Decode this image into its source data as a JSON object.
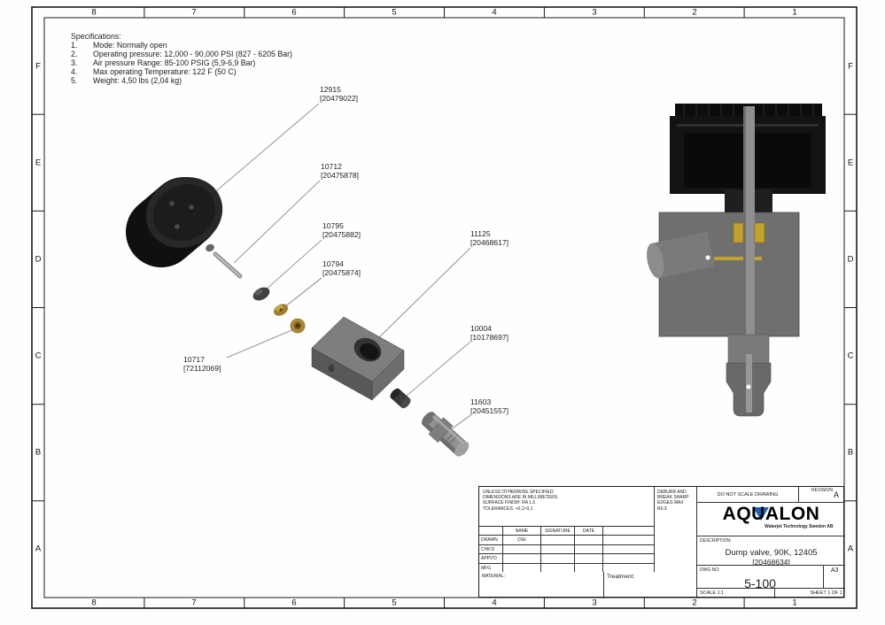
{
  "frame": {
    "cols": [
      "8",
      "7",
      "6",
      "5",
      "4",
      "3",
      "2",
      "1"
    ],
    "rows": [
      "F",
      "E",
      "D",
      "C",
      "B",
      "A"
    ]
  },
  "colors": {
    "logo_blue": "#1a63b8",
    "seal_gold": "#c2a12f"
  },
  "specs": {
    "title": "Specifications:",
    "items": [
      {
        "num": "1.",
        "text": "Mode: Normally open"
      },
      {
        "num": "2.",
        "text": "Operating pressure: 12,000 - 90,000 PSI (827 - 6205 Bar)"
      },
      {
        "num": "3.",
        "text": "Air pressure Range: 85-100 PSIG (5,9-6,9 Bar)"
      },
      {
        "num": "4.",
        "text": "Max operating Temperature: 122 F (50 C)"
      },
      {
        "num": "5.",
        "text": "Weight: 4,50 lbs (2,04 kg)"
      }
    ]
  },
  "callouts": [
    {
      "part": "12915",
      "ref": "[20479022]"
    },
    {
      "part": "10712",
      "ref": "[20475878]"
    },
    {
      "part": "10795",
      "ref": "[20475882]"
    },
    {
      "part": "10794",
      "ref": "[20475874]"
    },
    {
      "part": "11125",
      "ref": "[20468617]"
    },
    {
      "part": "10717",
      "ref": "[72112069]"
    },
    {
      "part": "10004",
      "ref": "[10178697]"
    },
    {
      "part": "11603",
      "ref": "[20451557]"
    }
  ],
  "title_block": {
    "tolerance_notes": [
      "UNLESS OTHERWISE SPECIFIED:",
      "DIMENSIONS ARE IN MILLIMETERS",
      "SURFACE FINISH: RA 1.6",
      "TOLERANCES: +0,1/-0,1"
    ],
    "deburr_note": "DEBURR AND BREAK SHARP EDGES MAX R0.3",
    "do_not_scale": "DO NOT SCALE DRAWING",
    "revision_label": "REVISION",
    "revision": "A",
    "logo": "AQUALON",
    "logo_tagline": "Waterjet Technology Sweden AB",
    "table": {
      "headers": [
        "NAME",
        "SIGNATURE",
        "DATE"
      ],
      "rows": [
        {
          "role": "DRAWN",
          "name": "DSk"
        },
        {
          "role": "CHK'D",
          "name": ""
        },
        {
          "role": "APPV'D",
          "name": ""
        },
        {
          "role": "MFG",
          "name": ""
        }
      ]
    },
    "material_label": "MATERIAL:",
    "treatment_label": "Treatment:",
    "description_label": "DESCRIPTION:",
    "description_line1": "Dump valve, 90K, 12405",
    "description_line2": "[20468634]",
    "dwg_no_label": "DWG NO:",
    "dwg_no": "5-100",
    "paper_size": "A3",
    "scale": "SCALE 1:1",
    "sheet": "SHEET 1 OF 1"
  }
}
